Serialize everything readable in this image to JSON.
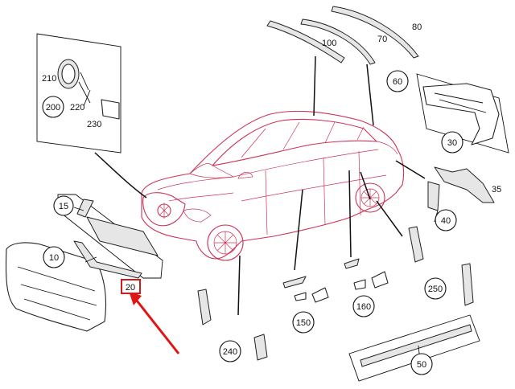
{
  "parts": [
    {
      "id": "p10",
      "label": "10"
    },
    {
      "id": "p15",
      "label": "15"
    },
    {
      "id": "p20",
      "label": "20"
    },
    {
      "id": "p30",
      "label": "30"
    },
    {
      "id": "p35",
      "label": "35"
    },
    {
      "id": "p40",
      "label": "40"
    },
    {
      "id": "p50",
      "label": "50"
    },
    {
      "id": "p60",
      "label": "60"
    },
    {
      "id": "p70",
      "label": "70"
    },
    {
      "id": "p80",
      "label": "80"
    },
    {
      "id": "p100",
      "label": "100"
    },
    {
      "id": "p150",
      "label": "150"
    },
    {
      "id": "p160",
      "label": "160"
    },
    {
      "id": "p200",
      "label": "200"
    },
    {
      "id": "p210",
      "label": "210"
    },
    {
      "id": "p220",
      "label": "220"
    },
    {
      "id": "p230",
      "label": "230"
    },
    {
      "id": "p240",
      "label": "240"
    },
    {
      "id": "p250",
      "label": "250"
    }
  ],
  "colors": {
    "vehicle_outline": "#cc3355",
    "part_outline": "#222222",
    "highlight": "#e01515"
  }
}
